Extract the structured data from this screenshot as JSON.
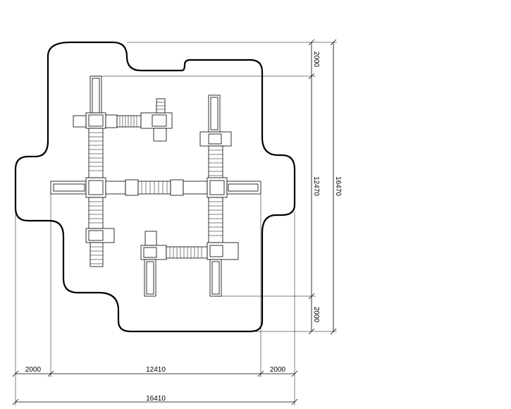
{
  "dimensions": {
    "bottom_left_margin": "2000",
    "bottom_center_span": "12410",
    "bottom_right_margin": "2000",
    "bottom_total": "16410",
    "right_top_margin": "2000",
    "right_center_span": "12470",
    "right_bottom_margin": "2000",
    "right_total": "16470"
  },
  "colors": {
    "line": "#000000",
    "background": "#ffffff"
  }
}
